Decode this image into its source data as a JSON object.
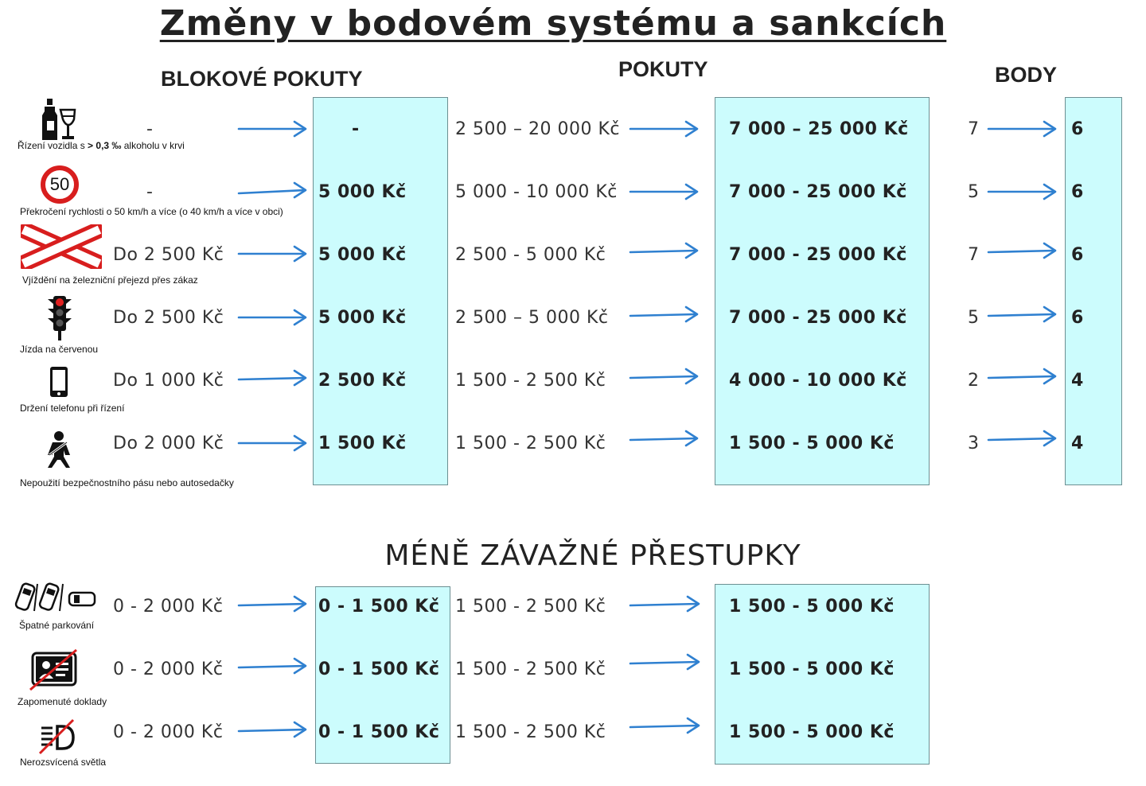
{
  "title": "Změny v bodovém systému a sankcích",
  "headers": {
    "blokove": "BLOKOVÉ POKUTY",
    "pokuty": "POKUTY",
    "body": "BODY"
  },
  "colors": {
    "box_fill": "#ccfcfd",
    "arrow": "#2f80d0"
  },
  "rows": [
    {
      "icon": "alcohol-bottle-glass-icon",
      "caption_parts": [
        "Řízení vozidla s ",
        "> 0,3 ‰",
        "  alkoholu v krvi"
      ],
      "blok_old": "-",
      "blok_new": "-",
      "fine_old": "2 500 – 20 000 Kč",
      "fine_new": "7 000 – 25 000 Kč",
      "points_old": "7",
      "points_new": "6"
    },
    {
      "icon": "speed-limit-50-icon",
      "caption": "Překročení rychlosti o 50 km/h a více (o 40 km/h a více v obci)",
      "speed_value": "50",
      "blok_old": "-",
      "blok_new": "5 000 Kč",
      "fine_old": "5 000 - 10 000 Kč",
      "fine_new": "7 000 - 25 000 Kč",
      "points_old": "5",
      "points_new": "6"
    },
    {
      "icon": "railway-crossing-icon",
      "caption": "Vjíždění na železniční přejezd přes zákaz",
      "blok_old": "Do 2 500 Kč",
      "blok_new": "5 000 Kč",
      "fine_old": "2 500 - 5 000 Kč",
      "fine_new": "7 000 - 25 000 Kč",
      "points_old": "7",
      "points_new": "6"
    },
    {
      "icon": "traffic-light-icon",
      "caption": "Jízda na červenou",
      "blok_old": "Do 2 500 Kč",
      "blok_new": "5 000 Kč",
      "fine_old": "2 500 – 5 000 Kč",
      "fine_new": "7 000 - 25 000 Kč",
      "points_old": "5",
      "points_new": "6"
    },
    {
      "icon": "mobile-phone-icon",
      "caption": "Držení telefonu při řízení",
      "blok_old": "Do 1 000 Kč",
      "blok_new": "2 500 Kč",
      "fine_old": "1 500 - 2 500 Kč",
      "fine_new": "4 000 - 10 000 Kč",
      "points_old": "2",
      "points_new": "4"
    },
    {
      "icon": "seatbelt-icon",
      "caption": "Nepoužití bezpečnostního pásu nebo autosedačky",
      "blok_old": "Do 2 000 Kč",
      "blok_new": "1 500 Kč",
      "fine_old": "1 500 - 2 500 Kč",
      "fine_new": "1 500 - 5 000 Kč",
      "points_old": "3",
      "points_new": "4"
    }
  ],
  "minor_title": "MÉNĚ ZÁVAŽNÉ PŘESTUPKY",
  "minor_rows": [
    {
      "icon": "wrong-parking-icon",
      "caption": "Špatné parkování",
      "blok_old": "0 - 2 000 Kč",
      "blok_new": "0 - 1 500 Kč",
      "fine_old": "1 500 - 2 500 Kč",
      "fine_new": "1 500 - 5 000 Kč"
    },
    {
      "icon": "forgotten-documents-icon",
      "caption": "Zapomenuté doklady",
      "blok_old": "0 - 2 000 Kč",
      "blok_new": "0 - 1 500 Kč",
      "fine_old": "1 500 - 2 500 Kč",
      "fine_new": "1 500 - 5 000 Kč"
    },
    {
      "icon": "headlights-off-icon",
      "caption": "Nerozsvícená světla",
      "blok_old": "0 - 2 000 Kč",
      "blok_new": "0 - 1 500 Kč",
      "fine_old": "1 500 - 2 500 Kč",
      "fine_new": "1 500 - 5 000 Kč"
    }
  ]
}
